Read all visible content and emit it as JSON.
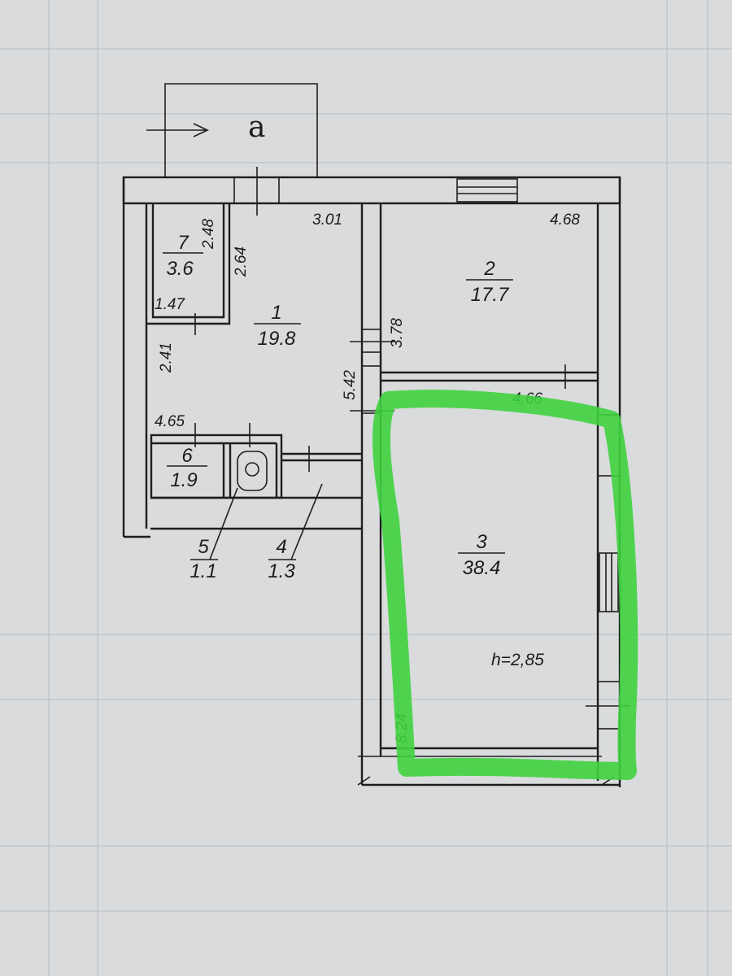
{
  "title": "",
  "entry_marker": "a",
  "rooms": [
    {
      "number": "1",
      "area": "19.8"
    },
    {
      "number": "2",
      "area": "17.7"
    },
    {
      "number": "3",
      "area": "38.4"
    },
    {
      "number": "4",
      "area": "1.3"
    },
    {
      "number": "5",
      "area": "1.1"
    },
    {
      "number": "6",
      "area": "1.9"
    },
    {
      "number": "7",
      "area": "3.6"
    }
  ],
  "dimensions": {
    "room1_length": "3.01",
    "room1_width": "2.64",
    "room1_side": "2.41",
    "room1_depth": "5.42",
    "room2_length": "4.68",
    "room2_width": "3.78",
    "room3_width": "4.66",
    "room3_length": "8.24",
    "room6_width": "4.65",
    "room7_width": "1.47",
    "room7_length": "2.48"
  },
  "ceiling_height": "h=2,85",
  "highlight": {
    "color": "#3fd23f",
    "room": "3"
  }
}
